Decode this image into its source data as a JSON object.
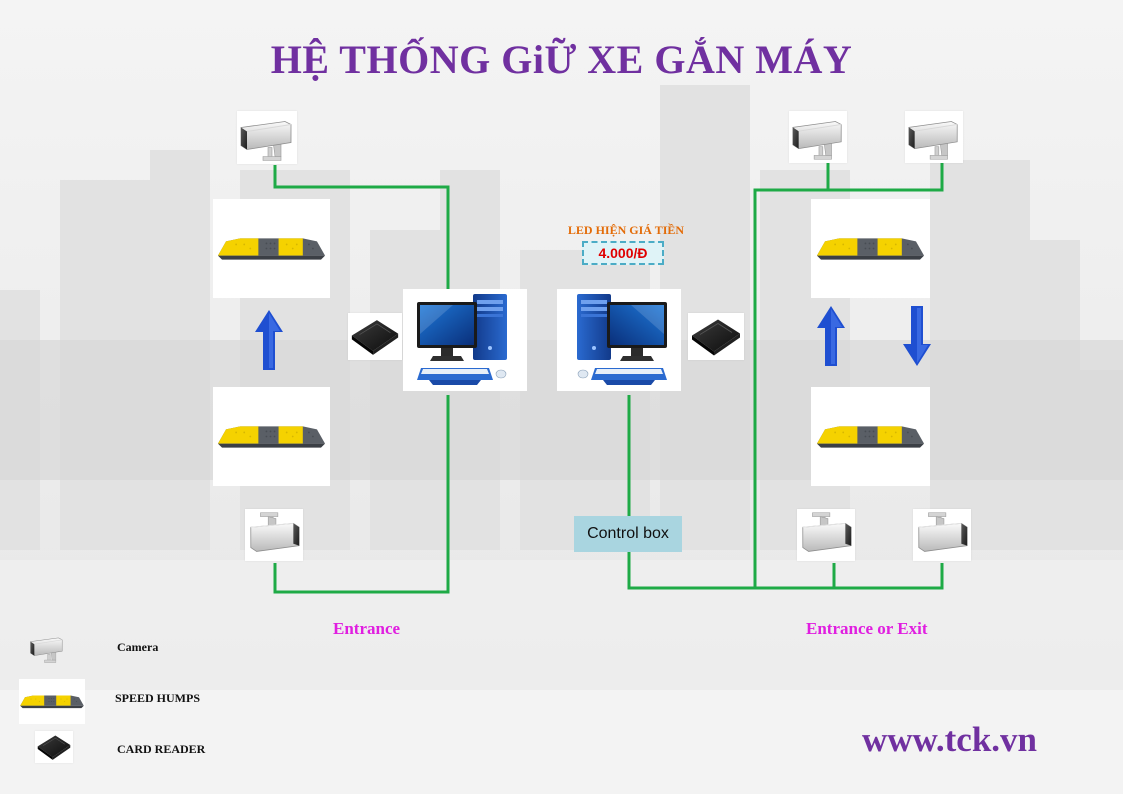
{
  "title": "HỆ THỐNG GiỮ XE GẮN MÁY",
  "led": {
    "label": "LED HIỆN GIÁ TIỀN",
    "price": "4.000/Đ"
  },
  "control_box": "Control box",
  "zones": {
    "left": "Entrance",
    "right": "Entrance or Exit"
  },
  "legend": {
    "camera": "Camera",
    "speed_humps": "SPEED HUMPS",
    "card_reader": "CARD READER"
  },
  "website": "www.tck.vn",
  "colors": {
    "title": "#7030a0",
    "wire": "#1eaa46",
    "arrow": "#1f4fd1",
    "zone_label": "#e01ee0",
    "led_text": "#e36c09",
    "price": "#e00000",
    "control_box": "#a9d5e0",
    "hump_yellow": "#f5d200",
    "hump_gray": "#5a5f66"
  },
  "icons": {
    "camera": "security-camera-icon",
    "hump": "speed-hump-icon",
    "reader": "card-reader-icon",
    "pc": "desktop-computer-icon",
    "arrow_up": "arrow-up-icon",
    "arrow_down": "arrow-down-icon"
  }
}
